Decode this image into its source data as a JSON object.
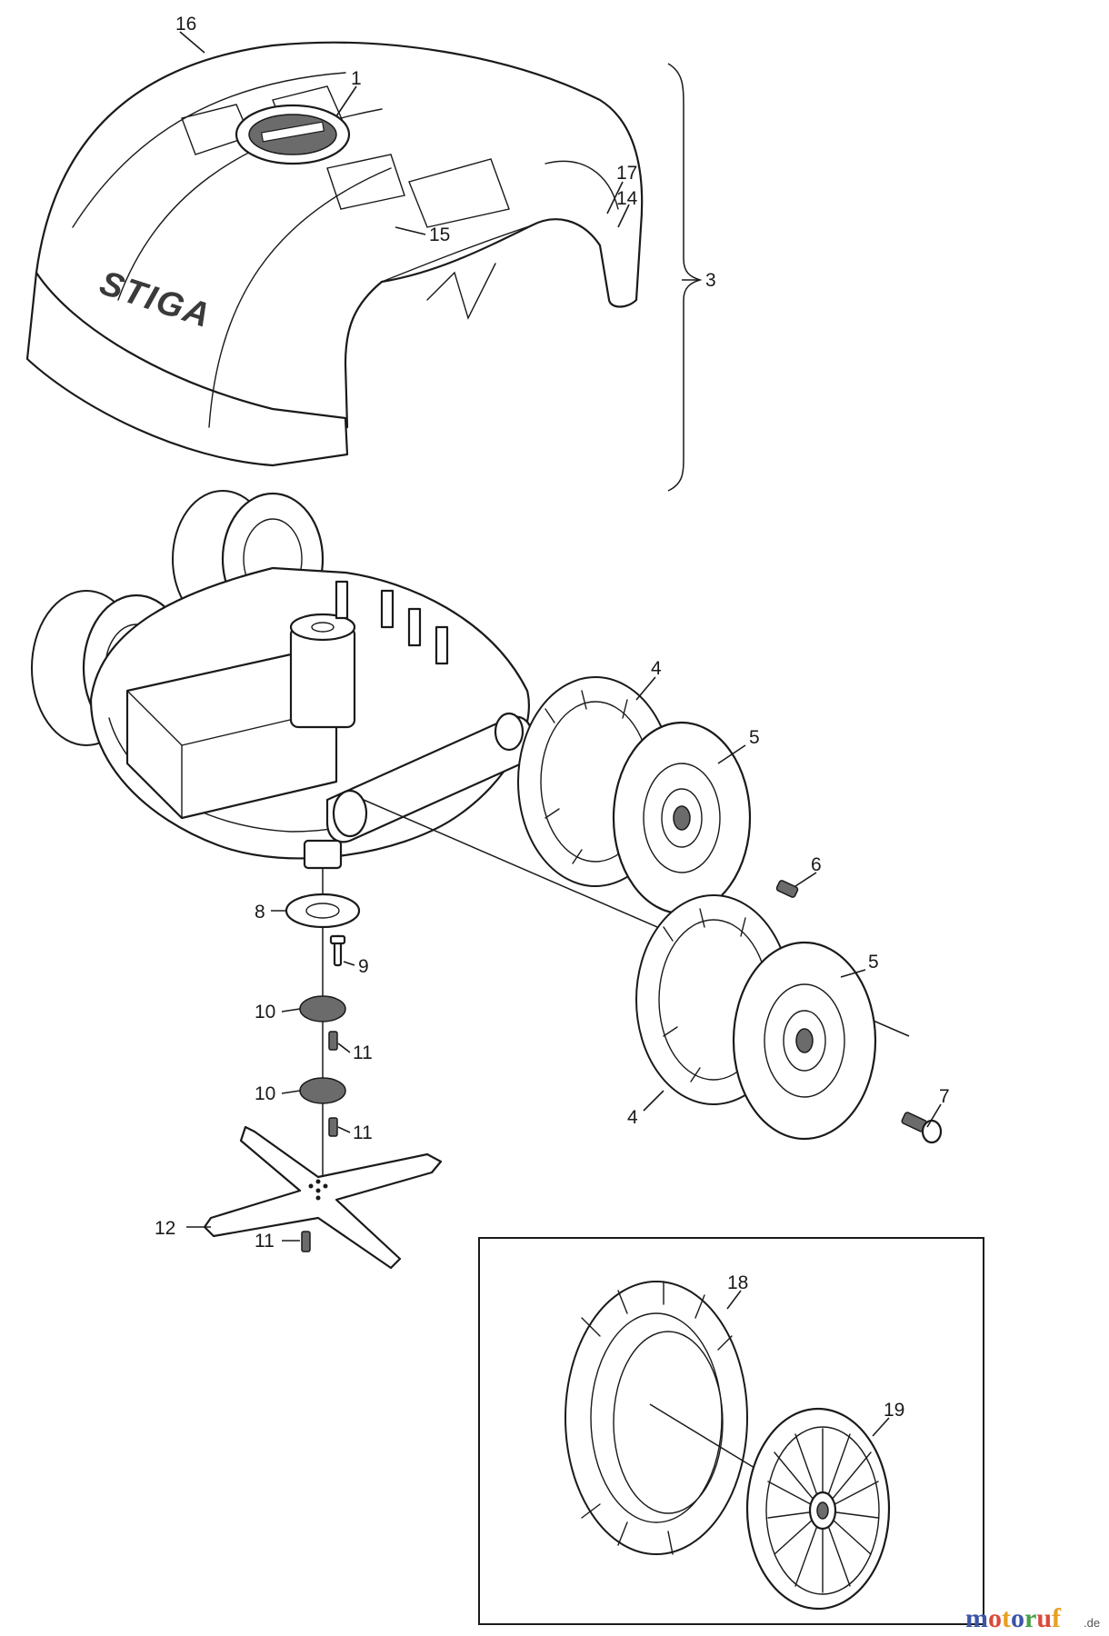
{
  "diagram": {
    "brand_logo_text": "STIGA",
    "callouts": {
      "c1": "1",
      "c3": "3",
      "c4a": "4",
      "c4b": "4",
      "c5a": "5",
      "c5b": "5",
      "c6": "6",
      "c7": "7",
      "c8": "8",
      "c9": "9",
      "c10a": "10",
      "c10b": "10",
      "c11a": "11",
      "c11b": "11",
      "c11c": "11",
      "c12": "12",
      "c14": "14",
      "c15": "15",
      "c16": "16",
      "c17": "17",
      "c18": "18",
      "c19": "19"
    },
    "watermark": {
      "letters": [
        "m",
        "o",
        "t",
        "o",
        "r",
        "u",
        "f"
      ],
      "suffix": ".de",
      "colors": [
        "#3a55a8",
        "#d94a3a",
        "#e8a020",
        "#3a55a8",
        "#4aa048",
        "#d94a3a",
        "#e8a020"
      ]
    }
  }
}
